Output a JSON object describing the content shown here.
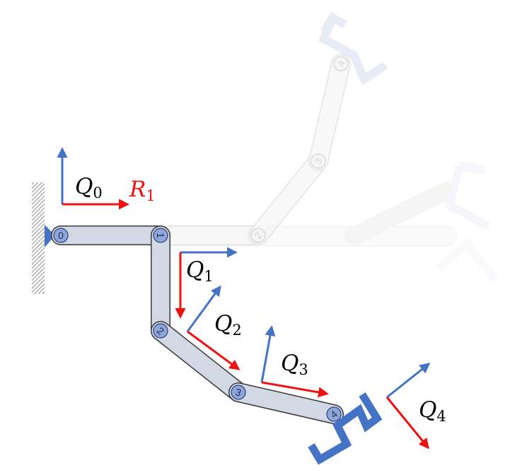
{
  "frames": [
    {
      "id": "Q0",
      "base": "Q",
      "sub": "0"
    },
    {
      "id": "R1",
      "base": "R",
      "sub": "1"
    },
    {
      "id": "Q1",
      "base": "Q",
      "sub": "1"
    },
    {
      "id": "Q2",
      "base": "Q",
      "sub": "2"
    },
    {
      "id": "Q3",
      "base": "Q",
      "sub": "3"
    },
    {
      "id": "Q4",
      "base": "Q",
      "sub": "4"
    }
  ],
  "joints": [
    "0",
    "1",
    "2",
    "3",
    "4"
  ],
  "colors": {
    "axis_blue": "#4472c4",
    "axis_red": "#ee1111",
    "link_fill": "#d2d9e4",
    "link_stroke": "#3a3a3a",
    "joint_fill": "#8fa7d8",
    "gripper": "#4472c4",
    "ghost_link": "#ececec",
    "ghost_gripper": "#d5ddf0"
  }
}
